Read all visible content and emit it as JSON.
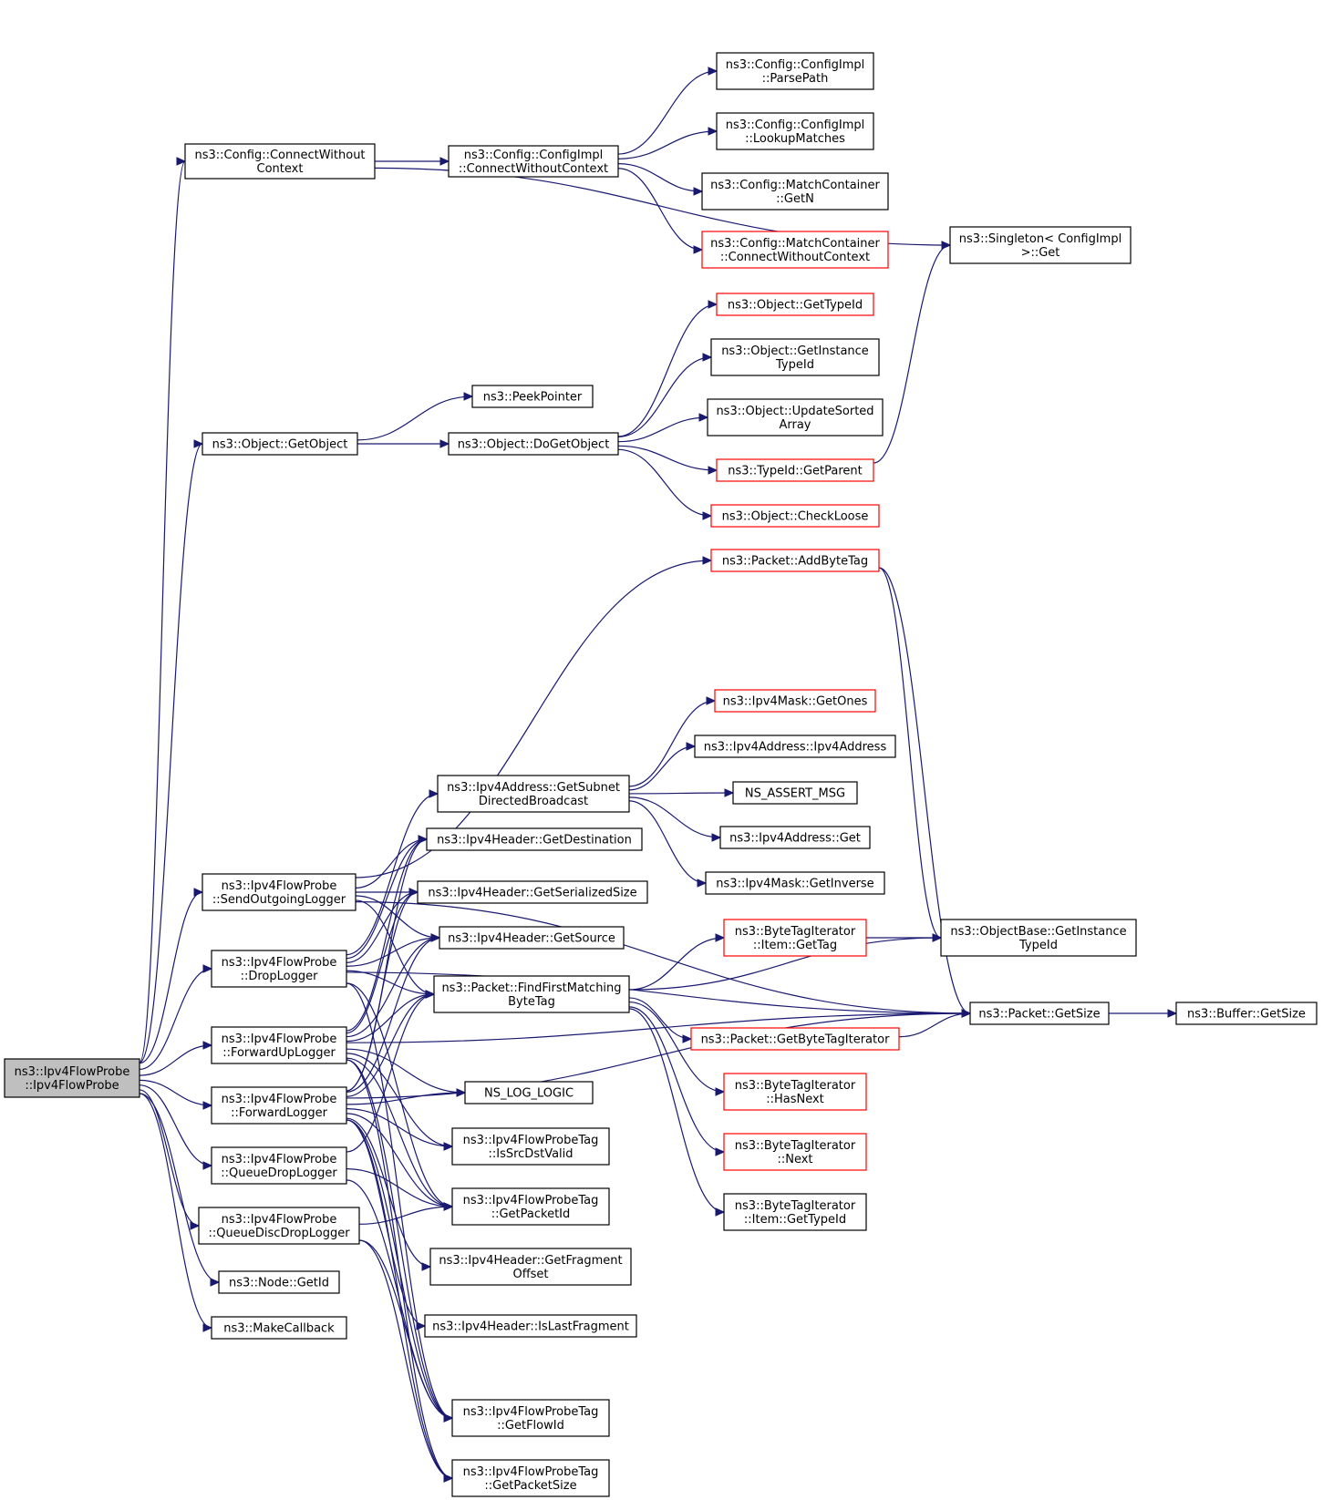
{
  "colors": {
    "edge": "#191970",
    "node_border": "#000000",
    "node_border_incomplete": "#ff0000",
    "root_fill": "#bfbfbf"
  },
  "nodes": [
    {
      "id": "root",
      "lines": [
        "ns3::Ipv4FlowProbe",
        "::Ipv4FlowProbe"
      ],
      "style": "root"
    },
    {
      "id": "cfgConnect",
      "lines": [
        "ns3::Config::ConnectWithout",
        "Context"
      ],
      "style": "normal"
    },
    {
      "id": "cfgImplConnect",
      "lines": [
        "ns3::Config::ConfigImpl",
        "::ConnectWithoutContext"
      ],
      "style": "normal"
    },
    {
      "id": "parsePath",
      "lines": [
        "ns3::Config::ConfigImpl",
        "::ParsePath"
      ],
      "style": "normal"
    },
    {
      "id": "lookupMatches",
      "lines": [
        "ns3::Config::ConfigImpl",
        "::LookupMatches"
      ],
      "style": "normal"
    },
    {
      "id": "mcGetN",
      "lines": [
        "ns3::Config::MatchContainer",
        "::GetN"
      ],
      "style": "normal"
    },
    {
      "id": "mcConnect",
      "lines": [
        "ns3::Config::MatchContainer",
        "::ConnectWithoutContext"
      ],
      "style": "red"
    },
    {
      "id": "singletonGet",
      "lines": [
        "ns3::Singleton< ConfigImpl",
        " >::Get"
      ],
      "style": "normal"
    },
    {
      "id": "objGetTypeId",
      "lines": [
        "ns3::Object::GetTypeId"
      ],
      "style": "red"
    },
    {
      "id": "objGetInstanceTypeId",
      "lines": [
        "ns3::Object::GetInstance",
        "TypeId"
      ],
      "style": "normal"
    },
    {
      "id": "peekPointer",
      "lines": [
        "ns3::PeekPointer"
      ],
      "style": "normal"
    },
    {
      "id": "objUpdateSorted",
      "lines": [
        "ns3::Object::UpdateSorted",
        "Array"
      ],
      "style": "normal"
    },
    {
      "id": "getObject",
      "lines": [
        "ns3::Object::GetObject"
      ],
      "style": "normal"
    },
    {
      "id": "doGetObject",
      "lines": [
        "ns3::Object::DoGetObject"
      ],
      "style": "normal"
    },
    {
      "id": "typeIdGetParent",
      "lines": [
        "ns3::TypeId::GetParent"
      ],
      "style": "red"
    },
    {
      "id": "checkLoose",
      "lines": [
        "ns3::Object::CheckLoose"
      ],
      "style": "red"
    },
    {
      "id": "addByteTag",
      "lines": [
        "ns3::Packet::AddByteTag"
      ],
      "style": "red"
    },
    {
      "id": "maskGetOnes",
      "lines": [
        "ns3::Ipv4Mask::GetOnes"
      ],
      "style": "red"
    },
    {
      "id": "ipv4AddrCtor",
      "lines": [
        "ns3::Ipv4Address::Ipv4Address"
      ],
      "style": "normal"
    },
    {
      "id": "getSubnetDirected",
      "lines": [
        "ns3::Ipv4Address::GetSubnet",
        "DirectedBroadcast"
      ],
      "style": "normal"
    },
    {
      "id": "nsAssertMsg",
      "lines": [
        "NS_ASSERT_MSG"
      ],
      "style": "normal"
    },
    {
      "id": "ipv4AddrGet",
      "lines": [
        "ns3::Ipv4Address::Get"
      ],
      "style": "normal"
    },
    {
      "id": "getDestination",
      "lines": [
        "ns3::Ipv4Header::GetDestination"
      ],
      "style": "normal"
    },
    {
      "id": "sendOutgoing",
      "lines": [
        "ns3::Ipv4FlowProbe",
        "::SendOutgoingLogger"
      ],
      "style": "normal"
    },
    {
      "id": "maskGetInverse",
      "lines": [
        "ns3::Ipv4Mask::GetInverse"
      ],
      "style": "normal"
    },
    {
      "id": "getSerializedSize",
      "lines": [
        "ns3::Ipv4Header::GetSerializedSize"
      ],
      "style": "normal"
    },
    {
      "id": "btiGetTag",
      "lines": [
        "ns3::ByteTagIterator",
        "::Item::GetTag"
      ],
      "style": "red"
    },
    {
      "id": "objBaseGetInstance",
      "lines": [
        "ns3::ObjectBase::GetInstance",
        "TypeId"
      ],
      "style": "normal"
    },
    {
      "id": "getSource",
      "lines": [
        "ns3::Ipv4Header::GetSource"
      ],
      "style": "normal"
    },
    {
      "id": "dropLogger",
      "lines": [
        "ns3::Ipv4FlowProbe",
        "::DropLogger"
      ],
      "style": "normal"
    },
    {
      "id": "findFirst",
      "lines": [
        "ns3::Packet::FindFirstMatching",
        "ByteTag"
      ],
      "style": "normal"
    },
    {
      "id": "pktGetSize",
      "lines": [
        "ns3::Packet::GetSize"
      ],
      "style": "normal"
    },
    {
      "id": "bufGetSize",
      "lines": [
        "ns3::Buffer::GetSize"
      ],
      "style": "normal"
    },
    {
      "id": "fwdUpLogger",
      "lines": [
        "ns3::Ipv4FlowProbe",
        "::ForwardUpLogger"
      ],
      "style": "normal"
    },
    {
      "id": "getByteTagIter",
      "lines": [
        "ns3::Packet::GetByteTagIterator"
      ],
      "style": "red"
    },
    {
      "id": "btiHasNext",
      "lines": [
        "ns3::ByteTagIterator",
        "::HasNext"
      ],
      "style": "red"
    },
    {
      "id": "nsLogLogic",
      "lines": [
        "NS_LOG_LOGIC"
      ],
      "style": "normal"
    },
    {
      "id": "fwdLogger",
      "lines": [
        "ns3::Ipv4FlowProbe",
        "::ForwardLogger"
      ],
      "style": "normal"
    },
    {
      "id": "isSrcDstValid",
      "lines": [
        "ns3::Ipv4FlowProbeTag",
        "::IsSrcDstValid"
      ],
      "style": "normal"
    },
    {
      "id": "btiNext",
      "lines": [
        "ns3::ByteTagIterator",
        "::Next"
      ],
      "style": "red"
    },
    {
      "id": "queueDropLogger",
      "lines": [
        "ns3::Ipv4FlowProbe",
        "::QueueDropLogger"
      ],
      "style": "normal"
    },
    {
      "id": "tagGetPacketId",
      "lines": [
        "ns3::Ipv4FlowProbeTag",
        "::GetPacketId"
      ],
      "style": "normal"
    },
    {
      "id": "btiGetTypeId",
      "lines": [
        "ns3::ByteTagIterator",
        "::Item::GetTypeId"
      ],
      "style": "normal"
    },
    {
      "id": "queueDiscDropLogger",
      "lines": [
        "ns3::Ipv4FlowProbe",
        "::QueueDiscDropLogger"
      ],
      "style": "normal"
    },
    {
      "id": "getFragmentOffset",
      "lines": [
        "ns3::Ipv4Header::GetFragment",
        "Offset"
      ],
      "style": "normal"
    },
    {
      "id": "nodeGetId",
      "lines": [
        "ns3::Node::GetId"
      ],
      "style": "normal"
    },
    {
      "id": "isLastFragment",
      "lines": [
        "ns3::Ipv4Header::IsLastFragment"
      ],
      "style": "normal"
    },
    {
      "id": "makeCallback",
      "lines": [
        "ns3::MakeCallback"
      ],
      "style": "normal"
    },
    {
      "id": "tagGetFlowId",
      "lines": [
        "ns3::Ipv4FlowProbeTag",
        "::GetFlowId"
      ],
      "style": "normal"
    },
    {
      "id": "tagGetPacketSize",
      "lines": [
        "ns3::Ipv4FlowProbeTag",
        "::GetPacketSize"
      ],
      "style": "normal"
    }
  ],
  "edges": [
    [
      "root",
      "cfgConnect"
    ],
    [
      "root",
      "getObject"
    ],
    [
      "root",
      "sendOutgoing"
    ],
    [
      "root",
      "dropLogger"
    ],
    [
      "root",
      "fwdUpLogger"
    ],
    [
      "root",
      "fwdLogger"
    ],
    [
      "root",
      "queueDropLogger"
    ],
    [
      "root",
      "queueDiscDropLogger"
    ],
    [
      "root",
      "nodeGetId"
    ],
    [
      "root",
      "makeCallback"
    ],
    [
      "cfgConnect",
      "cfgImplConnect"
    ],
    [
      "cfgConnect",
      "singletonGet"
    ],
    [
      "cfgImplConnect",
      "parsePath"
    ],
    [
      "cfgImplConnect",
      "lookupMatches"
    ],
    [
      "cfgImplConnect",
      "mcGetN"
    ],
    [
      "cfgImplConnect",
      "mcConnect"
    ],
    [
      "getObject",
      "peekPointer"
    ],
    [
      "getObject",
      "doGetObject"
    ],
    [
      "doGetObject",
      "objGetTypeId"
    ],
    [
      "doGetObject",
      "objGetInstanceTypeId"
    ],
    [
      "doGetObject",
      "objUpdateSorted"
    ],
    [
      "doGetObject",
      "typeIdGetParent"
    ],
    [
      "doGetObject",
      "checkLoose"
    ],
    [
      "typeIdGetParent",
      "singletonGet"
    ],
    [
      "addByteTag",
      "objBaseGetInstance"
    ],
    [
      "addByteTag",
      "pktGetSize"
    ],
    [
      "getSubnetDirected",
      "maskGetOnes"
    ],
    [
      "getSubnetDirected",
      "ipv4AddrCtor"
    ],
    [
      "getSubnetDirected",
      "nsAssertMsg"
    ],
    [
      "getSubnetDirected",
      "ipv4AddrGet"
    ],
    [
      "getSubnetDirected",
      "maskGetInverse"
    ],
    [
      "sendOutgoing",
      "addByteTag"
    ],
    [
      "sendOutgoing",
      "pktGetSize"
    ],
    [
      "sendOutgoing",
      "getDestination"
    ],
    [
      "sendOutgoing",
      "getSerializedSize"
    ],
    [
      "sendOutgoing",
      "getSource"
    ],
    [
      "sendOutgoing",
      "findFirst"
    ],
    [
      "dropLogger",
      "getSubnetDirected"
    ],
    [
      "dropLogger",
      "getDestination"
    ],
    [
      "dropLogger",
      "getSerializedSize"
    ],
    [
      "dropLogger",
      "getSource"
    ],
    [
      "dropLogger",
      "findFirst"
    ],
    [
      "dropLogger",
      "pktGetSize"
    ],
    [
      "dropLogger",
      "tagGetPacketId"
    ],
    [
      "dropLogger",
      "tagGetFlowId"
    ],
    [
      "fwdUpLogger",
      "findFirst"
    ],
    [
      "fwdUpLogger",
      "getDestination"
    ],
    [
      "fwdUpLogger",
      "getSerializedSize"
    ],
    [
      "fwdUpLogger",
      "getSource"
    ],
    [
      "fwdUpLogger",
      "nsLogLogic"
    ],
    [
      "fwdUpLogger",
      "isSrcDstValid"
    ],
    [
      "fwdUpLogger",
      "tagGetPacketId"
    ],
    [
      "fwdUpLogger",
      "tagGetFlowId"
    ],
    [
      "fwdUpLogger",
      "tagGetPacketSize"
    ],
    [
      "fwdUpLogger",
      "pktGetSize"
    ],
    [
      "fwdLogger",
      "getDestination"
    ],
    [
      "fwdLogger",
      "getSerializedSize"
    ],
    [
      "fwdLogger",
      "getSource"
    ],
    [
      "fwdLogger",
      "findFirst"
    ],
    [
      "fwdLogger",
      "nsLogLogic"
    ],
    [
      "fwdLogger",
      "isSrcDstValid"
    ],
    [
      "fwdLogger",
      "tagGetPacketId"
    ],
    [
      "fwdLogger",
      "getFragmentOffset"
    ],
    [
      "fwdLogger",
      "isLastFragment"
    ],
    [
      "fwdLogger",
      "tagGetFlowId"
    ],
    [
      "fwdLogger",
      "tagGetPacketSize"
    ],
    [
      "fwdLogger",
      "pktGetSize"
    ],
    [
      "queueDropLogger",
      "findFirst"
    ],
    [
      "queueDropLogger",
      "tagGetPacketId"
    ],
    [
      "queueDropLogger",
      "tagGetFlowId"
    ],
    [
      "queueDiscDropLogger",
      "tagGetPacketId"
    ],
    [
      "queueDiscDropLogger",
      "tagGetFlowId"
    ],
    [
      "queueDiscDropLogger",
      "tagGetPacketSize"
    ],
    [
      "findFirst",
      "btiGetTag"
    ],
    [
      "findFirst",
      "objBaseGetInstance"
    ],
    [
      "findFirst",
      "getByteTagIter"
    ],
    [
      "findFirst",
      "btiHasNext"
    ],
    [
      "findFirst",
      "btiNext"
    ],
    [
      "findFirst",
      "btiGetTypeId"
    ],
    [
      "btiGetTag",
      "objBaseGetInstance"
    ],
    [
      "getByteTagIter",
      "pktGetSize"
    ],
    [
      "pktGetSize",
      "bufGetSize"
    ]
  ]
}
